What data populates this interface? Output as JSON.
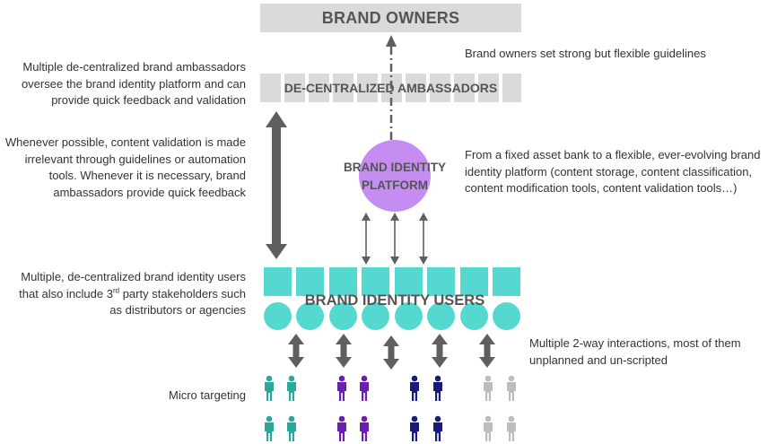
{
  "diagram": {
    "top_box": "BRAND OWNERS",
    "ambassadors_band": "DE-CENTRALIZED AMBASSADORS",
    "platform": {
      "line1": "BRAND IDENTITY",
      "line2": "PLATFORM"
    },
    "users_band": "BRAND IDENTITY USERS"
  },
  "notes": {
    "owners": "Brand owners set strong but flexible guidelines",
    "ambassadors": "Multiple de-centralized brand ambassadors oversee the brand identity platform and can provide quick feedback and validation",
    "validation": "Whenever possible, content validation is made irrelevant through guidelines or automation tools. Whenever it is necessary, brand ambassadors provide quick feedback",
    "platform": "From a fixed asset bank to a flexible, ever-evolving brand identity platform (content storage, content classification, content modification tools, content validation tools…)",
    "users_pre": "Multiple, de-centralized brand identity users that also include 3",
    "users_sup": "rd",
    "users_post": " party stakeholders such as distributors or agencies",
    "interactions": "Multiple 2-way interactions, most of them unplanned and un-scripted",
    "targeting": "Micro targeting"
  },
  "colors": {
    "box_gray": "#dadada",
    "platform_purple": "#c58df2",
    "users_teal": "#55d8d0",
    "arrow_gray": "#5f5f5f",
    "group_teal": "#2aa89a",
    "group_purple": "#6a1fb0",
    "group_navy": "#1a1a7a",
    "group_gray": "#bdbdbd"
  },
  "icons": [
    "person-icon",
    "double-arrow-icon"
  ]
}
